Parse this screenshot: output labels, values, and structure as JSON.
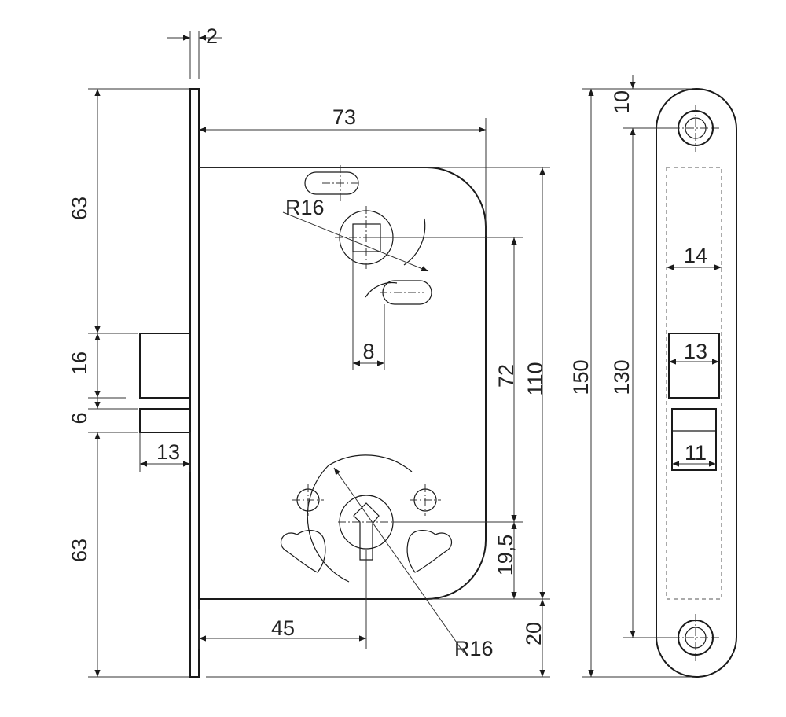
{
  "drawing": {
    "dimensions": {
      "faceplate_thickness": "2",
      "body_depth": "73",
      "upper_height": "63",
      "latch_height": "16",
      "gap": "6",
      "lower_height": "63",
      "latch_projection": "13",
      "spindle_radius": "R16",
      "spindle_square": "8",
      "spindle_to_cylinder": "72",
      "body_height": "110",
      "cylinder_to_bottom": "19,5",
      "backset": "45",
      "cylinder_radius": "R16",
      "bottom_offset": "20",
      "faceplate_length": "150",
      "screw_spacing": "130",
      "screw_offset": "10",
      "latch_slot_width": "14",
      "bolt_width": "13",
      "deadbolt_width": "11"
    }
  }
}
